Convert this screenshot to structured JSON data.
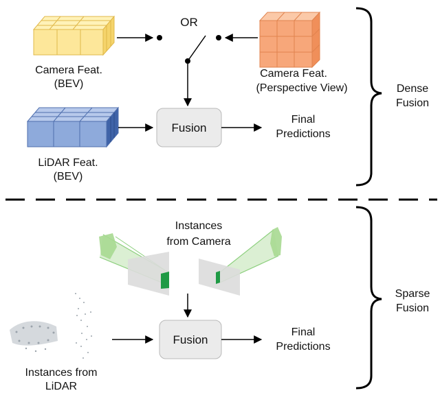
{
  "dense": {
    "camera_bev": [
      "Camera Feat.",
      "(BEV)"
    ],
    "or_label": "OR",
    "camera_pv": [
      "Camera Feat.",
      "(Perspective View)"
    ],
    "lidar_bev": [
      "LiDAR Feat.",
      "(BEV)"
    ],
    "fusion_label": "Fusion",
    "output": [
      "Final",
      "Predictions"
    ],
    "group_label": [
      "Dense",
      "Fusion"
    ]
  },
  "sparse": {
    "camera_instances": [
      "Instances",
      "from Camera"
    ],
    "lidar_instances": [
      "Instances from",
      "LiDAR"
    ],
    "fusion_label": "Fusion",
    "output": [
      "Final",
      "Predictions"
    ],
    "group_label": [
      "Sparse",
      "Fusion"
    ]
  },
  "colors": {
    "camera_bev": "#fde79a",
    "camera_pv": "#f7a77a",
    "lidar_bev": "#8eaadb",
    "fusion_box": "#ebebeb",
    "instance_green": "#2e9d4a"
  }
}
